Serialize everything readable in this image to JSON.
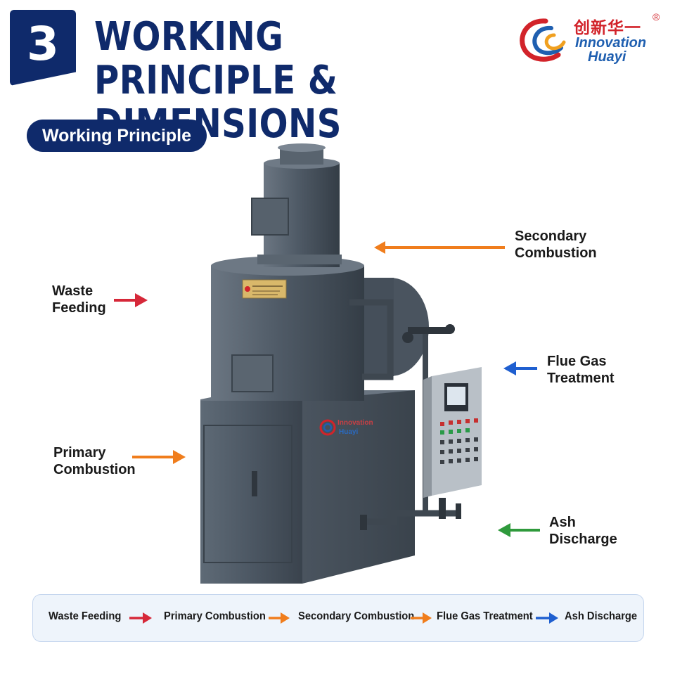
{
  "header": {
    "section_number": "3",
    "title_line1": "WORKING PRINCIPLE &",
    "title_line2": "DIMENSIONS"
  },
  "logo": {
    "chinese_name": "创新华一",
    "english_line1": "Innovation",
    "english_line2": "Huayi",
    "registered_mark": "®"
  },
  "section": {
    "label": "Working Principle"
  },
  "callouts": {
    "waste_feeding": {
      "line1": "Waste",
      "line2": "Feeding",
      "arrow_color": "#d62839"
    },
    "primary_combustion": {
      "line1": "Primary",
      "line2": "Combustion",
      "arrow_color": "#f07d1c"
    },
    "secondary_combustion": {
      "line1": "Secondary",
      "line2": "Combustion",
      "arrow_color": "#f07d1c"
    },
    "flue_gas_treatment": {
      "line1": "Flue Gas",
      "line2": "Treatment",
      "arrow_color": "#1f5fd0"
    },
    "ash_discharge": {
      "line1": "Ash",
      "line2": "Discharge",
      "arrow_color": "#2f9a3c"
    }
  },
  "flow": {
    "steps": [
      {
        "label": "Waste Feeding",
        "arrow_color": "#d62839"
      },
      {
        "label": "Primary Combustion",
        "arrow_color": "#f07d1c"
      },
      {
        "label": "Secondary Combustion",
        "arrow_color": "#f07d1c"
      },
      {
        "label": "Flue Gas Treatment",
        "arrow_color": "#1f5fd0"
      },
      {
        "label": "Ash Discharge",
        "arrow_color": null
      }
    ]
  },
  "colors": {
    "brand_navy": "#0f2a6b",
    "logo_red": "#d2232a",
    "logo_blue": "#1f5fb0",
    "machine_gray": "#4f5a66"
  }
}
